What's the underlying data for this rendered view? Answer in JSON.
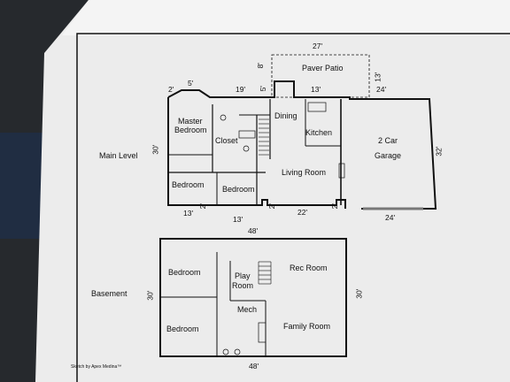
{
  "main_level": {
    "title": "Main Level",
    "rooms": {
      "master_bedroom_1": "Master",
      "master_bedroom_2": "Bedroom",
      "closet": "Closet",
      "dining": "Dining",
      "kitchen": "Kitchen",
      "garage_1": "2 Car",
      "garage_2": "Garage",
      "bedroom_a": "Bedroom",
      "bedroom_b": "Bedroom",
      "living_room": "Living Room",
      "paver_patio": "Paver Patio"
    },
    "dims": {
      "top_27": "27'",
      "patio_8": "8'",
      "patio_13_side": "13'",
      "bay_5": "5'",
      "bay_2": "2'",
      "top_19": "19'",
      "step_5": "5'",
      "top_13": "13'",
      "top_24": "24'",
      "left_30": "30'",
      "right_32": "32'",
      "bot_13a": "13'",
      "bot_2a": "2'",
      "bot_13b": "13'",
      "bot_2b": "2'",
      "bot_22": "22'",
      "bot_2c": "2'",
      "bot_24": "24'",
      "total_48": "48'"
    }
  },
  "basement": {
    "title": "Basement",
    "rooms": {
      "bedroom_top": "Bedroom",
      "play_1": "Play",
      "play_2": "Room",
      "rec_room": "Rec Room",
      "mech": "Mech",
      "bedroom_bottom": "Bedroom",
      "family_room": "Family Room"
    },
    "dims": {
      "left_30": "30'",
      "right_30": "30'",
      "bottom_48": "48'"
    }
  },
  "footer": {
    "credit": "Sketch by Apex Medina™"
  },
  "colors": {
    "paper": "#efefef",
    "ink": "#111111",
    "background": "#2a2c2f"
  }
}
